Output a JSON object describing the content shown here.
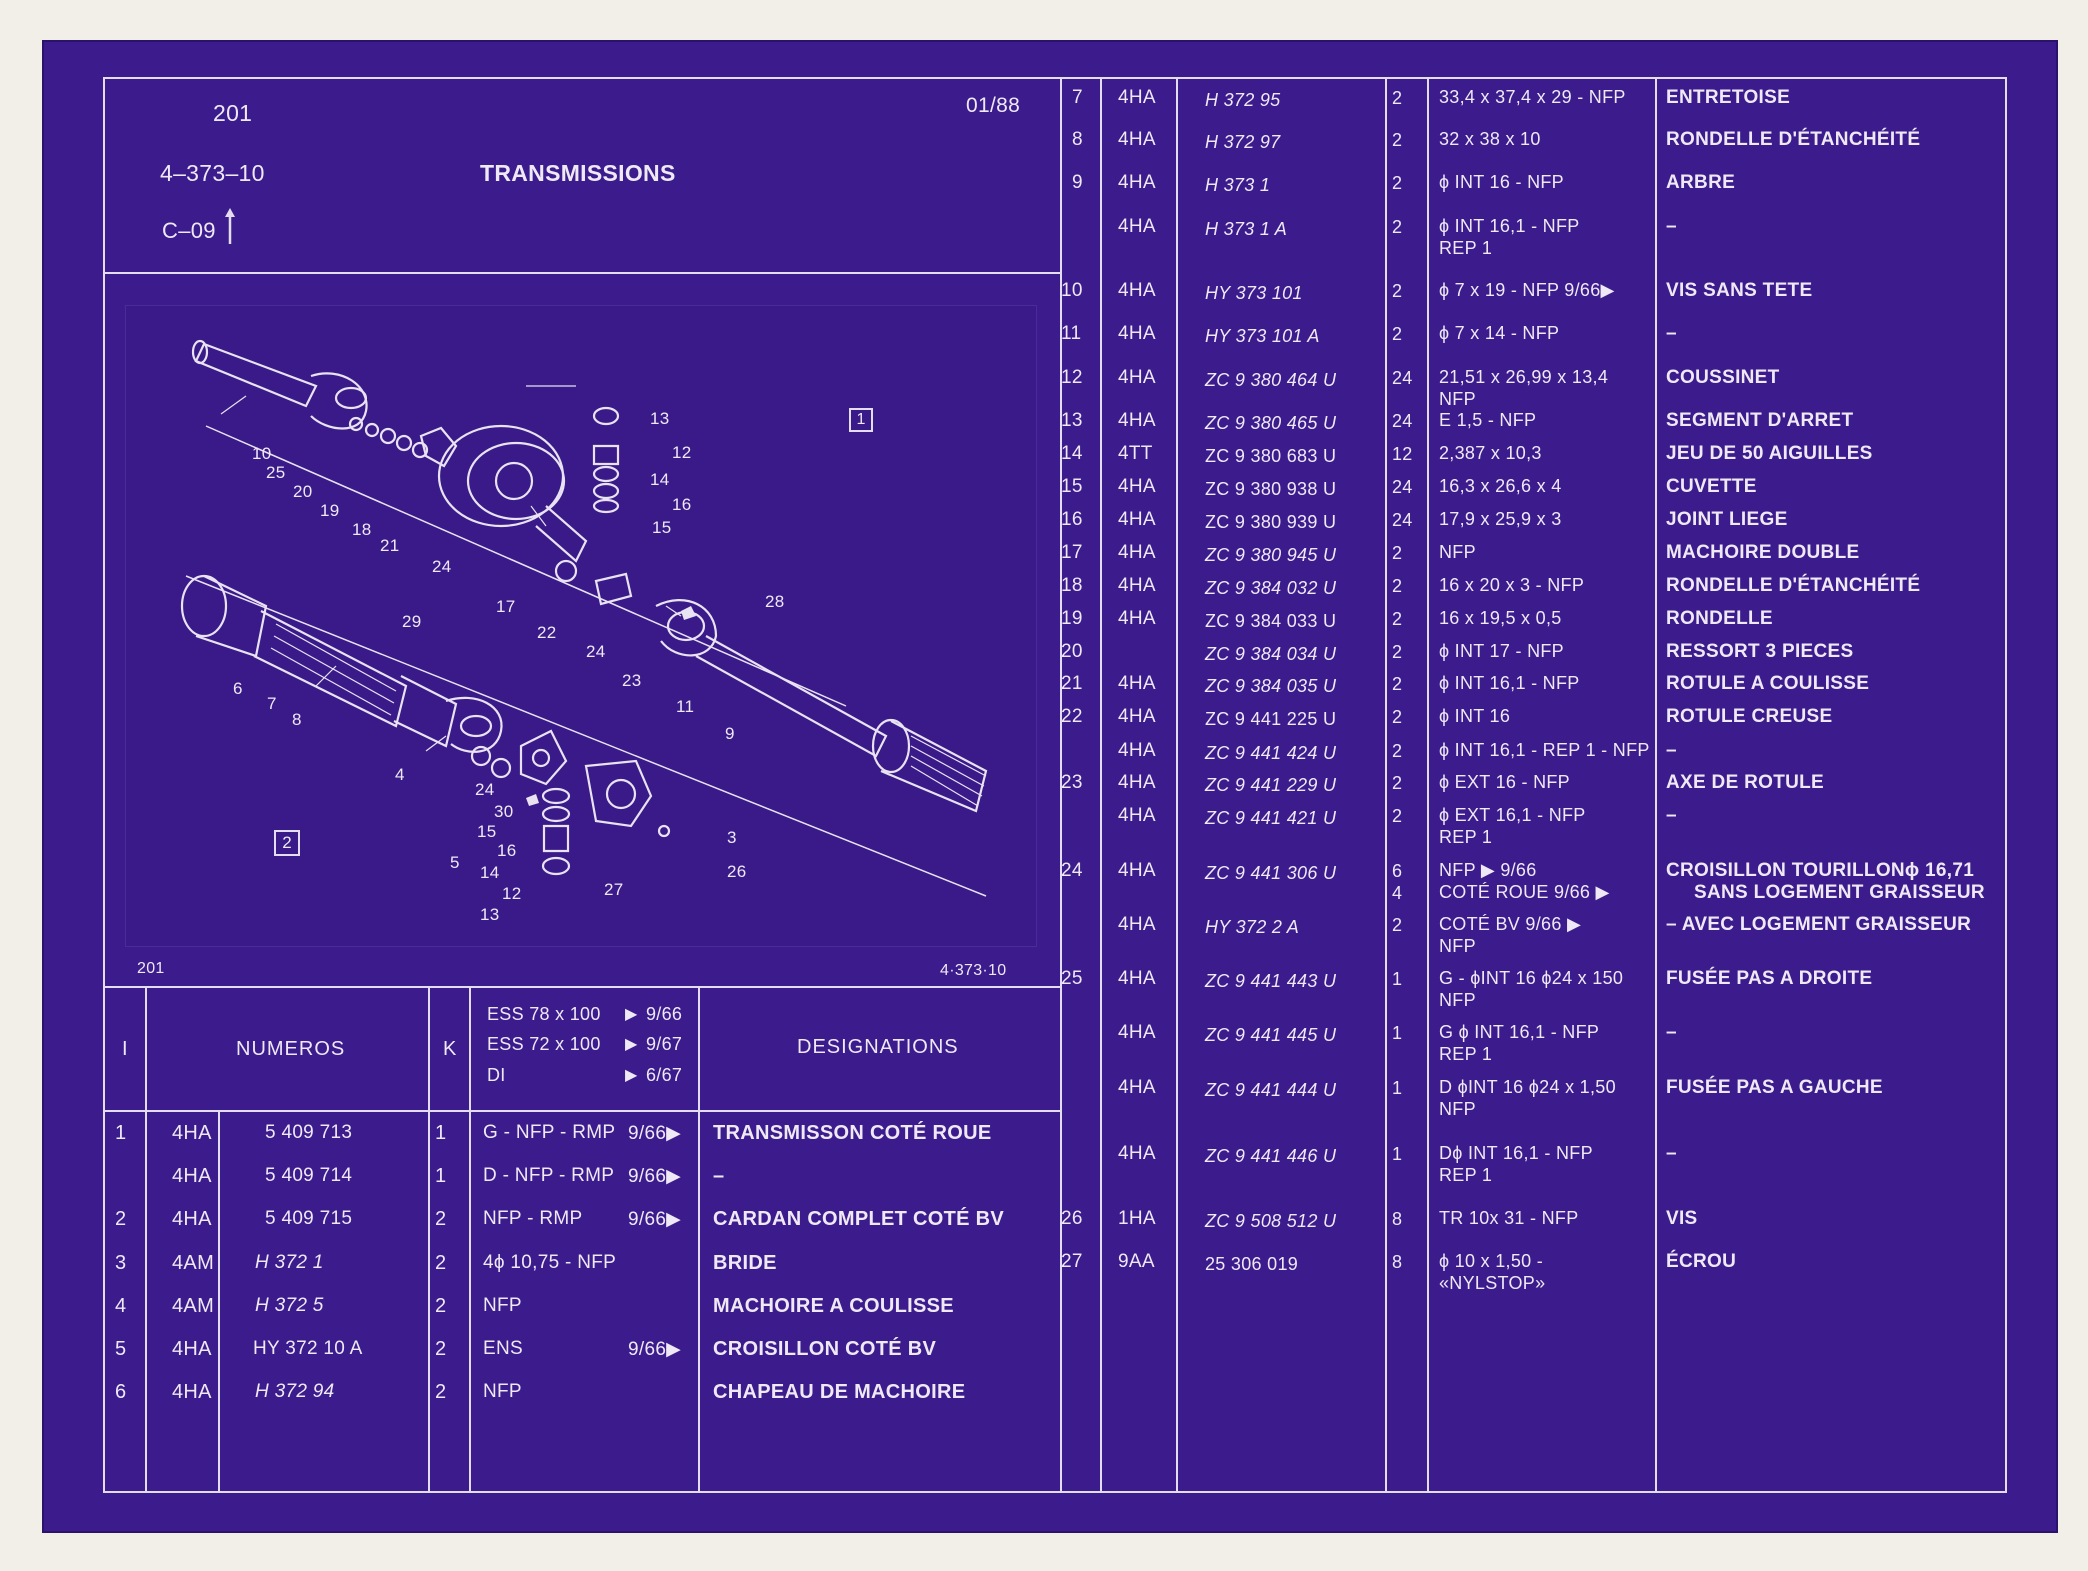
{
  "header": {
    "page": "201",
    "date": "01/88",
    "ref": "4–373–10",
    "title": "TRANSMISSIONS",
    "code": "C–09"
  },
  "diagram": {
    "group_boxes": [
      "1",
      "2"
    ],
    "callouts": [
      "13",
      "12",
      "14",
      "16",
      "15",
      "10",
      "25",
      "20",
      "19",
      "18",
      "21",
      "24",
      "17",
      "22",
      "24",
      "28",
      "29",
      "23",
      "11",
      "9",
      "6",
      "7",
      "8",
      "4",
      "24",
      "30",
      "15",
      "16",
      "14",
      "12",
      "13",
      "5",
      "27",
      "3",
      "26"
    ],
    "footer_left": "201",
    "footer_right": "4·373·10"
  },
  "left_table": {
    "headers": {
      "col_i": "I",
      "col_numeros": "NUMEROS",
      "col_k": "K",
      "engine_lines": [
        {
          "label": "ESS 78 x 100",
          "arrow": "▶",
          "date": "9/66"
        },
        {
          "label": "ESS 72 x 100",
          "arrow": "▶",
          "date": "9/67"
        },
        {
          "label": "DI",
          "arrow": "▶",
          "date": "6/67"
        }
      ],
      "col_designations": "DESIGNATIONS"
    },
    "rows": [
      {
        "i": "1",
        "prefix": "4HA",
        "number": "5 409 713",
        "k": "1",
        "spec": "G - NFP - RMP",
        "date": "9/66▶",
        "designation": "TRANSMISSON COTÉ ROUE"
      },
      {
        "i": "",
        "prefix": "4HA",
        "number": "5 409 714",
        "k": "1",
        "spec": "D - NFP - RMP",
        "date": "9/66▶",
        "designation": "–"
      },
      {
        "i": "2",
        "prefix": "4HA",
        "number": "5 409 715",
        "k": "2",
        "spec": "NFP - RMP",
        "date": "9/66▶",
        "designation": "CARDAN COMPLET COTÉ BV"
      },
      {
        "i": "3",
        "prefix": "4AM",
        "number": "H 372   1",
        "k": "2",
        "spec": "4ϕ 10,75 - NFP",
        "date": "",
        "designation": "BRIDE"
      },
      {
        "i": "4",
        "prefix": "4AM",
        "number": "H 372   5",
        "k": "2",
        "spec": "NFP",
        "date": "",
        "designation": "MACHOIRE A COULISSE"
      },
      {
        "i": "5",
        "prefix": "4HA",
        "number": "HY 372 10 A",
        "k": "2",
        "spec": "ENS",
        "date": "9/66▶",
        "designation": "CROISILLON COTÉ BV"
      },
      {
        "i": "6",
        "prefix": "4HA",
        "number": "H 372   94",
        "k": "2",
        "spec": "NFP",
        "date": "",
        "designation": "CHAPEAU DE MACHOIRE"
      }
    ]
  },
  "right_table": {
    "rows": [
      {
        "i": "7",
        "prefix": "4HA",
        "number": "H 372   95",
        "k": "2",
        "spec": [
          "33,4 x 37,4 x 29 - NFP"
        ],
        "designation": [
          "ENTRETOISE"
        ]
      },
      {
        "i": "8",
        "prefix": "4HA",
        "number": "H 372   97",
        "k": "2",
        "spec": [
          "32 x 38 x 10"
        ],
        "designation": [
          "RONDELLE D'ÉTANCHÉITÉ"
        ]
      },
      {
        "i": "9",
        "prefix": "4HA",
        "number": "H 373     1",
        "k": "2",
        "spec": [
          "ϕ INT 16 - NFP"
        ],
        "designation": [
          "ARBRE"
        ]
      },
      {
        "i": "",
        "prefix": "4HA",
        "number": "H 373     1  A",
        "k": "2",
        "spec": [
          "ϕ INT 16,1 - NFP",
          "REP 1"
        ],
        "designation": [
          "–"
        ]
      },
      {
        "i": "10",
        "prefix": "4HA",
        "number": "HY 373 101",
        "k": "2",
        "spec": [
          "ϕ 7 x 19  - NFP 9/66▶"
        ],
        "designation": [
          "VIS SANS TETE"
        ]
      },
      {
        "i": "11",
        "prefix": "4HA",
        "number": "HY 373 101  A",
        "k": "2",
        "spec": [
          "ϕ 7 x 14 - NFP"
        ],
        "designation": [
          "–"
        ]
      },
      {
        "i": "12",
        "prefix": "4HA",
        "number": "ZC 9 380 464  U",
        "k": "24",
        "spec": [
          "21,51 x 26,99 x 13,4",
          "NFP"
        ],
        "designation": [
          "COUSSINET"
        ]
      },
      {
        "i": "13",
        "prefix": "4HA",
        "number": "ZC 9 380 465  U",
        "k": "24",
        "spec": [
          "E 1,5 - NFP"
        ],
        "designation": [
          "SEGMENT D'ARRET"
        ]
      },
      {
        "i": "14",
        "prefix": "4TT",
        "number": "ZC 9 380 683 U",
        "k": "12",
        "spec": [
          "2,387 x 10,3"
        ],
        "designation": [
          "JEU DE 50 AIGUILLES"
        ]
      },
      {
        "i": "15",
        "prefix": "4HA",
        "number": "ZC 9 380 938 U",
        "k": "24",
        "spec": [
          "16,3 x 26,6 x 4"
        ],
        "designation": [
          "CUVETTE"
        ]
      },
      {
        "i": "16",
        "prefix": "4HA",
        "number": "ZC 9 380 939 U",
        "k": "24",
        "spec": [
          "17,9 x 25,9 x 3"
        ],
        "designation": [
          "JOINT LIEGE"
        ]
      },
      {
        "i": "17",
        "prefix": "4HA",
        "number": "ZC 9 380 945  U",
        "k": "2",
        "spec": [
          "NFP"
        ],
        "designation": [
          "MACHOIRE DOUBLE"
        ]
      },
      {
        "i": "18",
        "prefix": "4HA",
        "number": "ZC 9 384 032  U",
        "k": "2",
        "spec": [
          "16 x 20 x 3 - NFP"
        ],
        "designation": [
          "RONDELLE D'ÉTANCHÉITÉ"
        ]
      },
      {
        "i": "19",
        "prefix": "4HA",
        "number": "ZC 9 384 033 U",
        "k": "2",
        "spec": [
          "16 x 19,5 x 0,5"
        ],
        "designation": [
          "RONDELLE"
        ]
      },
      {
        "i": "20",
        "prefix": "",
        "number": "ZC 9 384 034  U",
        "k": "2",
        "spec": [
          "ϕ INT 17 - NFP"
        ],
        "designation": [
          "RESSORT 3 PIECES"
        ]
      },
      {
        "i": "21",
        "prefix": "4HA",
        "number": "ZC 9 384 035  U",
        "k": "2",
        "spec": [
          "ϕ INT 16,1 - NFP"
        ],
        "designation": [
          "ROTULE A COULISSE"
        ]
      },
      {
        "i": "22",
        "prefix": "4HA",
        "number": "ZC 9 441 225 U",
        "k": "2",
        "spec": [
          "ϕ INT 16"
        ],
        "designation": [
          "ROTULE CREUSE"
        ]
      },
      {
        "i": "",
        "prefix": "4HA",
        "number": "ZC 9 441 424  U",
        "k": "2",
        "spec": [
          "ϕ INT 16,1 - REP 1 - NFP"
        ],
        "designation": [
          "–"
        ]
      },
      {
        "i": "23",
        "prefix": "4HA",
        "number": "ZC 9 441 229  U",
        "k": "2",
        "spec": [
          "ϕ EXT 16 - NFP"
        ],
        "designation": [
          "AXE DE ROTULE"
        ]
      },
      {
        "i": "",
        "prefix": "4HA",
        "number": "ZC 9 441 421  U",
        "k": "2",
        "spec": [
          "ϕ EXT 16,1 - NFP",
          "REP 1"
        ],
        "designation": [
          "–"
        ]
      },
      {
        "i": "24",
        "prefix": "4HA",
        "number": "ZC 9 441 306  U",
        "k": "6\n4",
        "spec": [
          "NFP               ▶ 9/66",
          "COTÉ ROUE      9/66 ▶"
        ],
        "designation": [
          "CROISILLON TOURILLONϕ 16,71",
          "SANS LOGEMENT GRAISSEUR"
        ]
      },
      {
        "i": "",
        "prefix": "4HA",
        "number": "HY 372     2  A",
        "k": "2",
        "spec": [
          "COTÉ BV          9/66 ▶",
          "NFP"
        ],
        "designation": [
          "– AVEC LOGEMENT GRAISSEUR"
        ]
      },
      {
        "i": "25",
        "prefix": "4HA",
        "number": "ZC 9 441 443  U",
        "k": "1",
        "spec": [
          "G - ϕINT 16 ϕ24 x 150",
          "NFP"
        ],
        "designation": [
          "FUSÉE PAS A DROITE"
        ]
      },
      {
        "i": "",
        "prefix": "4HA",
        "number": "ZC 9 441 445  U",
        "k": "1",
        "spec": [
          "G ϕ INT 16,1 - NFP",
          "REP 1"
        ],
        "designation": [
          "–"
        ]
      },
      {
        "i": "",
        "prefix": "4HA",
        "number": "ZC  9  441  444 U",
        "k": "1",
        "spec": [
          "D ϕINT 16 ϕ24 x 1,50",
          "NFP"
        ],
        "designation": [
          "FUSÉE PAS A GAUCHE"
        ]
      },
      {
        "i": "",
        "prefix": "4HA",
        "number": "ZC 9 441 446  U",
        "k": "1",
        "spec": [
          "Dϕ INT 16,1 - NFP",
          "REP 1"
        ],
        "designation": [
          "–"
        ]
      },
      {
        "i": "26",
        "prefix": "1HA",
        "number": "ZC 9 508 512  U",
        "k": "8",
        "spec": [
          "TR 10x 31 - NFP"
        ],
        "designation": [
          "VIS"
        ]
      },
      {
        "i": "27",
        "prefix": "9AA",
        "number": "25 306 019",
        "k": "8",
        "spec": [
          "ϕ 10 x 1,50 -",
          "«NYLSTOP»"
        ],
        "designation": [
          "ÉCROU"
        ]
      }
    ]
  },
  "colors": {
    "background": "#3c1c8c",
    "lines": "#e4dcef",
    "text": "#efe9f6"
  }
}
